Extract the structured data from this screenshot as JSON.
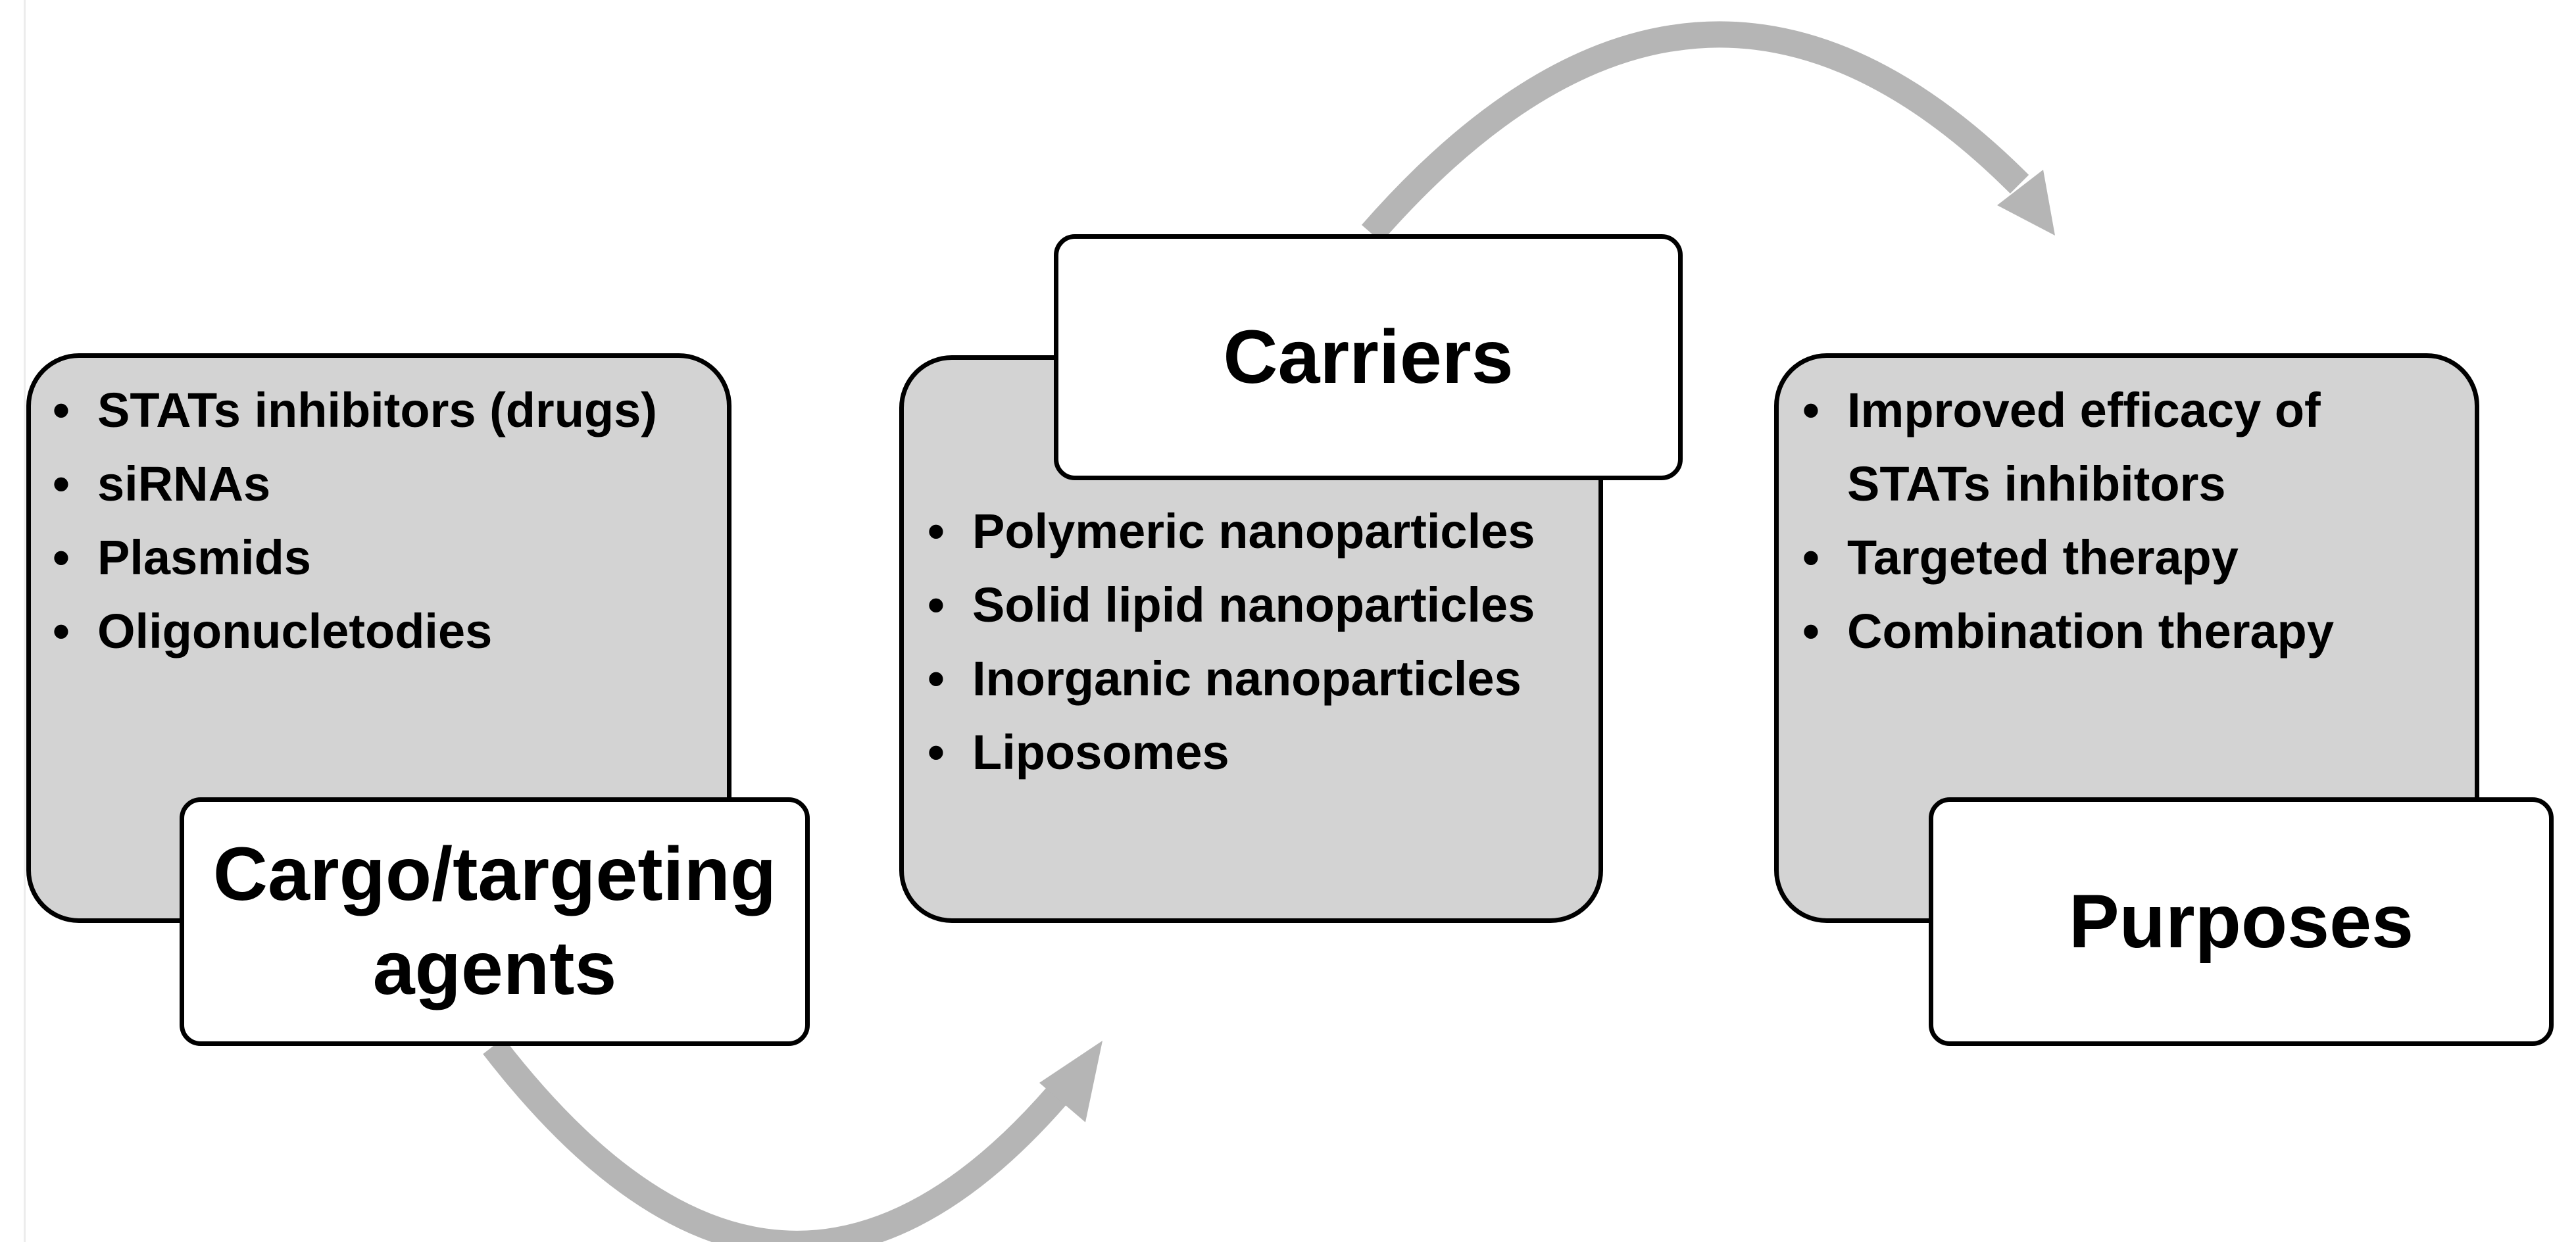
{
  "stages": [
    {
      "label": "Cargo/targeting agents",
      "items": [
        "STATs inhibitors (drugs)",
        "siRNAs",
        "Plasmids",
        "Oligonucletodies"
      ]
    },
    {
      "label": "Carriers",
      "items": [
        "Polymeric nanoparticles",
        "Solid lipid nanoparticles",
        "Inorganic nanoparticles",
        "Liposomes"
      ]
    },
    {
      "label": "Purposes",
      "items": [
        "Improved efficacy of STATs inhibitors",
        "Targeted therapy",
        "Combination therapy"
      ]
    }
  ],
  "colors": {
    "box_fill": "#d3d3d3",
    "label_fill": "#ffffff",
    "border": "#000000",
    "arrow": "#b5b5b5"
  }
}
